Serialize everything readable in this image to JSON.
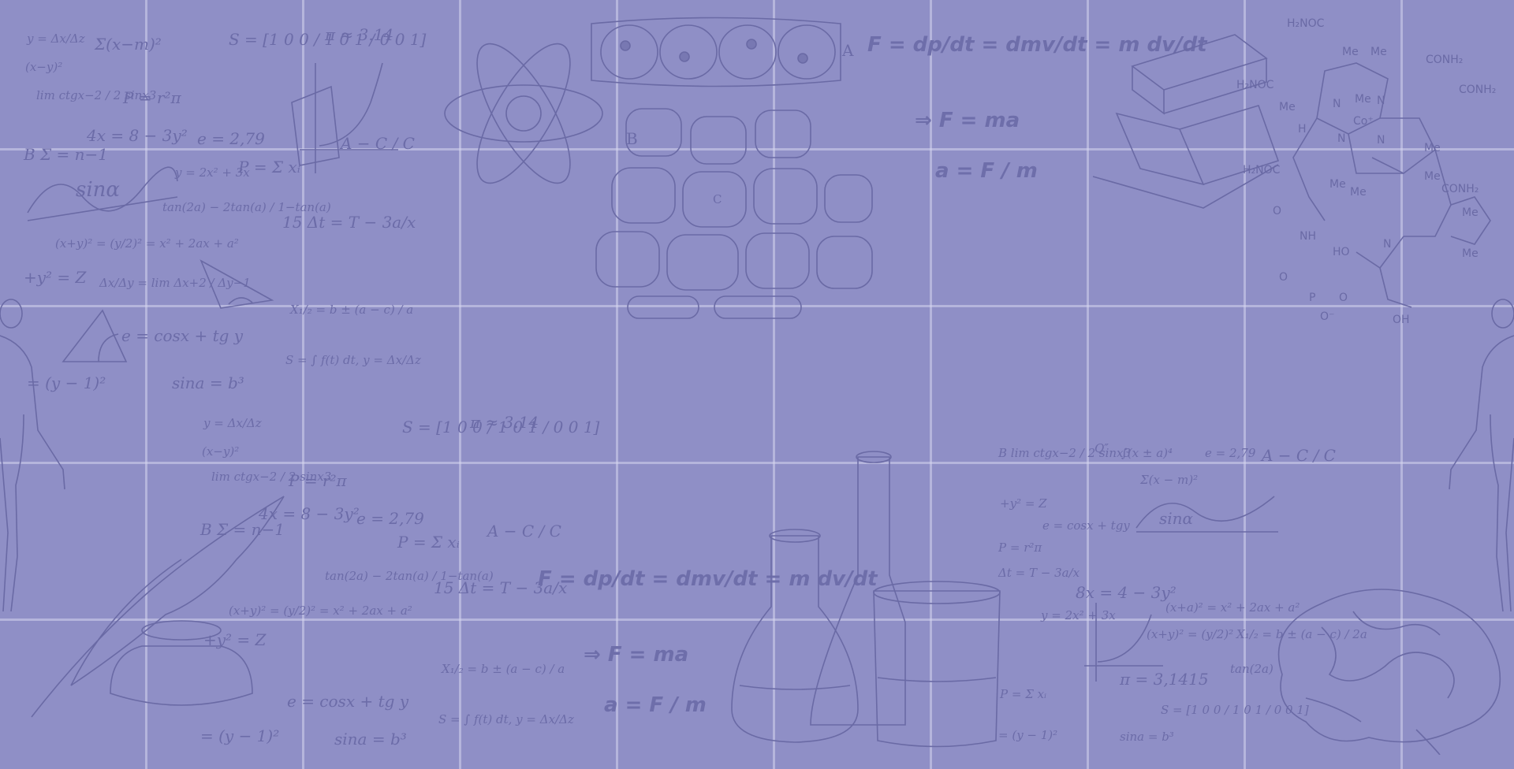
{
  "formulas_top_left": [
    "y = Δx/Δz",
    "(x−y)²",
    "Σ(x−m)²",
    "S = [1 0 0 / 1 0 1 / 0 0 1]",
    "π ≈ 3.14",
    "lim ctgx−2 / 2 sinx3",
    "P = r²π",
    "4x = 8 − 3y²",
    "e = 2,79",
    "B Σ = n−1",
    "sinα",
    "y = 2x² + 3x",
    "P = Σ xᵢ",
    "A − C / C",
    "tan(2a) − 2tan(a) / 1−tan(a)",
    "15 Δt = T − 3a/x",
    "(x+y)² = (y/2)² = x² + 2ax + a²",
    "+y² = Z",
    "Δx/Δy = lim Δx+2 / Δy−1",
    "X₁/₂ = b ± (a − c) / a",
    "e = cosx + tg y",
    "S = ∫ f(t) dt, y = Δx/Δz",
    "sina = b³",
    "= (y − 1)²"
  ],
  "physics": {
    "label_a": "A",
    "label_b": "B",
    "label_c": "C",
    "newton": "F = dp/dt = dmv/dt = m dv/dt",
    "force": "⇒ F = ma",
    "accel": "a = F / m"
  },
  "chemistry": {
    "groups": [
      "H₂NOC",
      "Me",
      "Me",
      "CONH₂",
      "H₂NOC",
      "CONH₂",
      "Me",
      "Me",
      "Co⁺",
      "N",
      "N",
      "N",
      "N",
      "H",
      "Me",
      "H₂NOC",
      "Me",
      "Me",
      "CONH₂",
      "Me",
      "O",
      "NH",
      "HO",
      "N",
      "Me",
      "Me",
      "O",
      "P",
      "O⁻",
      "O",
      "OH"
    ]
  },
  "formulas_bottom_right": [
    "B lim ctgx−2 / 2 sinx3",
    "Q″",
    "∫(x ± a)⁴",
    "e = 2,79",
    "A − C / C",
    "Σ(x − m)²",
    "+y² = Z",
    "e = cosx + tgy",
    "sinα",
    "P = r²π",
    "Δt = T − 3a/x",
    "8x = 4 − 3y²",
    "(x+a)² = x² + 2ax + a²",
    "y = 2x² + 3x",
    "(x+y)² = (y/2)²",
    "X₁/₂ = b ± (a − c) / 2a",
    "π = 3,1415",
    "tan(2a)",
    "P = Σ xᵢ",
    "S = [1 0 0 / 1 0 1 / 0 0 1]",
    "= (y − 1)²",
    "sina = b³"
  ],
  "formulas_bottom_left": [
    "y = Δx/Δz",
    "S = [1 0 0 / 1 0 1 / 0 0 1]",
    "π ≈ 3.14",
    "(x−y)²",
    "lim ctgx−2 / 2 sinx3",
    "P = r²π",
    "4x = 8 − 3y²",
    "e = 2,79",
    "B Σ = n−1",
    "P = Σ xᵢ",
    "A − C / C",
    "tan(2a) − 2tan(a) / 1−tan(a)",
    "15 Δt = T − 3a/x",
    "(x+y)² = (y/2)² = x² + 2ax + a²",
    "+y² = Z",
    "X₁/₂ = b ± (a − c) / a",
    "e = cosx + tg y",
    "S = ∫ f(t) dt, y = Δx/Δz",
    "sina = b³",
    "= (y − 1)²"
  ],
  "physics_bottom": {
    "newton": "F = dp/dt = dmv/dt = m dv/dt",
    "force": "⇒ F = ma",
    "accel": "a = F / m"
  }
}
